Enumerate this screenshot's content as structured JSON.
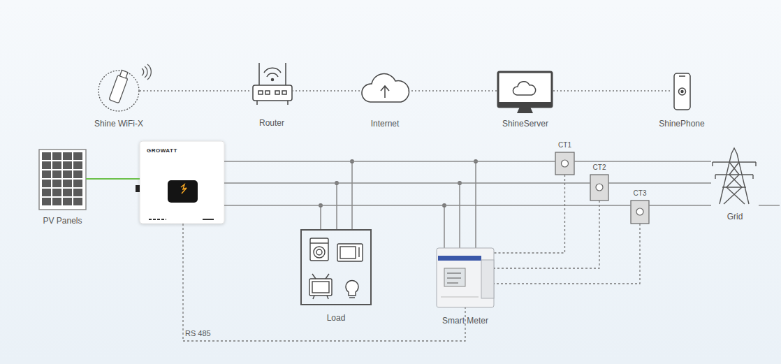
{
  "diagram": {
    "nodes": [
      {
        "text": [
          "Shine WiFi-X"
        ]
      },
      {
        "text": [
          "Router"
        ]
      },
      {
        "text": [
          "Internet"
        ]
      },
      {
        "text": [
          "ShineServer"
        ]
      },
      {
        "text": [
          "ShinePhone"
        ]
      },
      {
        "text": [
          "PV Panels"
        ]
      },
      {
        "text": [
          "GROWATT"
        ]
      },
      {
        "text": [
          "Load"
        ]
      },
      {
        "text": [
          "Smart Meter"
        ]
      },
      {
        "text": [
          "CT1"
        ]
      },
      {
        "text": [
          "CT2"
        ]
      },
      {
        "text": [
          "CT3"
        ]
      },
      {
        "text": [
          "Grid"
        ]
      }
    ],
    "edges": [
      {
        "from": 0,
        "to": 1,
        "arrow": "none"
      },
      {
        "from": 1,
        "to": 2,
        "arrow": "none"
      },
      {
        "from": 2,
        "to": 3,
        "arrow": "none"
      },
      {
        "from": 3,
        "to": 4,
        "arrow": "none"
      },
      {
        "from": 5,
        "to": 6,
        "arrow": "none"
      },
      {
        "from": 6,
        "to": 9,
        "arrow": "none"
      },
      {
        "from": 9,
        "to": 12,
        "arrow": "none"
      },
      {
        "from": 6,
        "to": 10,
        "arrow": "none"
      },
      {
        "from": 10,
        "to": 12,
        "arrow": "none"
      },
      {
        "from": 6,
        "to": 11,
        "arrow": "none"
      },
      {
        "from": 11,
        "to": 12,
        "arrow": "none"
      },
      {
        "from": 9,
        "to": 8,
        "arrow": "none"
      },
      {
        "from": 10,
        "to": 8,
        "arrow": "none"
      },
      {
        "from": 11,
        "to": 8,
        "arrow": "none"
      },
      {
        "from": 6,
        "to": 8,
        "label": "RS 485",
        "arrow": "none"
      }
    ]
  }
}
